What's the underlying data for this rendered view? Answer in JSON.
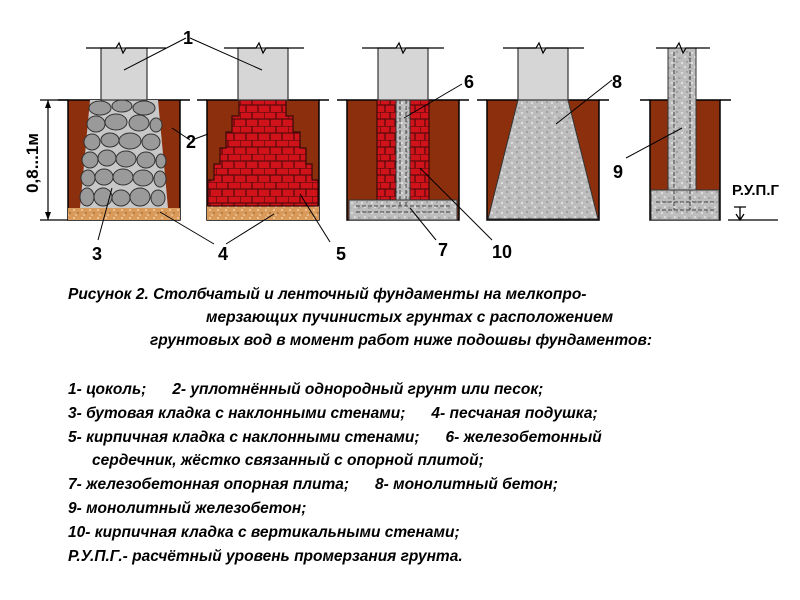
{
  "figure": {
    "callouts": [
      "1",
      "2",
      "3",
      "4",
      "5",
      "6",
      "7",
      "8",
      "9",
      "10"
    ],
    "dimension_label": "0,8...1м",
    "rupg_label": "Р.У.П.Г"
  },
  "caption": {
    "line1": "Рисунок  2.   Столбчатый и ленточный фундаменты на мелкопро-",
    "line2": "мерзающих пучинистых грунтах с расположением",
    "line3": "грунтовых вод в момент работ ниже подошвы фундаментов:"
  },
  "legend": {
    "r1a": "1- цоколь;",
    "r1b": "2- уплотнённый однородный грунт или песок;",
    "r2a": "3- бутовая кладка с наклонными стенами;",
    "r2b": "4- песчаная подушка;",
    "r3a": "5- кирпичная кладка с наклонными стенами;",
    "r3b": "6- железобетонный",
    "r4": "сердечник, жёстко связанный с опорной плитой;",
    "r5a": "7- железобетонная опорная плита;",
    "r5b": "8- монолитный бетон;",
    "r6": "9- монолитный железобетон;",
    "r7": "10- кирпичная кладка с вертикальными стенами;",
    "r8": "Р.У.П.Г.- расчётный уровень промерзания грунта."
  },
  "colors": {
    "soil": "#8b2f0c",
    "brick": "#d0121a",
    "plinth": "#d6d6d6",
    "sand": "#d99a5a",
    "concrete": "#bdbdbd",
    "stone": "#9a9a9a"
  }
}
